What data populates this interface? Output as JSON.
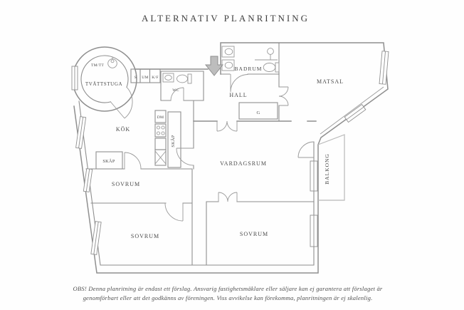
{
  "title": "ALTERNATIV PLANRITNING",
  "disclaimer": {
    "line1": "OBS! Denna planritning är endast ett förslag. Ansvarig fastighetsmäklare eller säljare kan ej garantera att förslaget är",
    "line2": "genomförbart eller att det godkänns av föreningen. Viss avvikelse kan förekomma, planritningen är ej skalenlig."
  },
  "rooms": {
    "tvattstuga": "TVÄTTSTUGA",
    "kok": "KÖK",
    "hall": "HALL",
    "badrum": "BADRUM",
    "matsal": "MATSAL",
    "vardagsrum": "VARDAGSRUM",
    "balkong": "BALKONG",
    "sovrum_left": "SOVRUM",
    "sovrum_bottom_left": "SOVRUM",
    "sovrum_bottom_center": "SOVRUM",
    "skap_left": "SKÅP",
    "skap_tall": "SKÅP",
    "wc": "WC",
    "garderob": "G"
  },
  "appliances": {
    "tm_tt": "TM/TT",
    "s": "S",
    "um": "UM",
    "kf": "K/F",
    "dm": "DM"
  },
  "icons": {
    "entrance_arrow": "down-arrow",
    "washing_machine": "dial-circle",
    "stove": "four-burners",
    "shower": "shower-head",
    "toilet": "toilet",
    "sink": "sink-basin"
  },
  "colors": {
    "wall": "#8f8f8f",
    "fixture": "#9a9a9a",
    "balcony": "#b9b9b9",
    "text": "#4a4a4a",
    "arrow_fill": "#bdbdbd",
    "background": "#fefefe"
  }
}
